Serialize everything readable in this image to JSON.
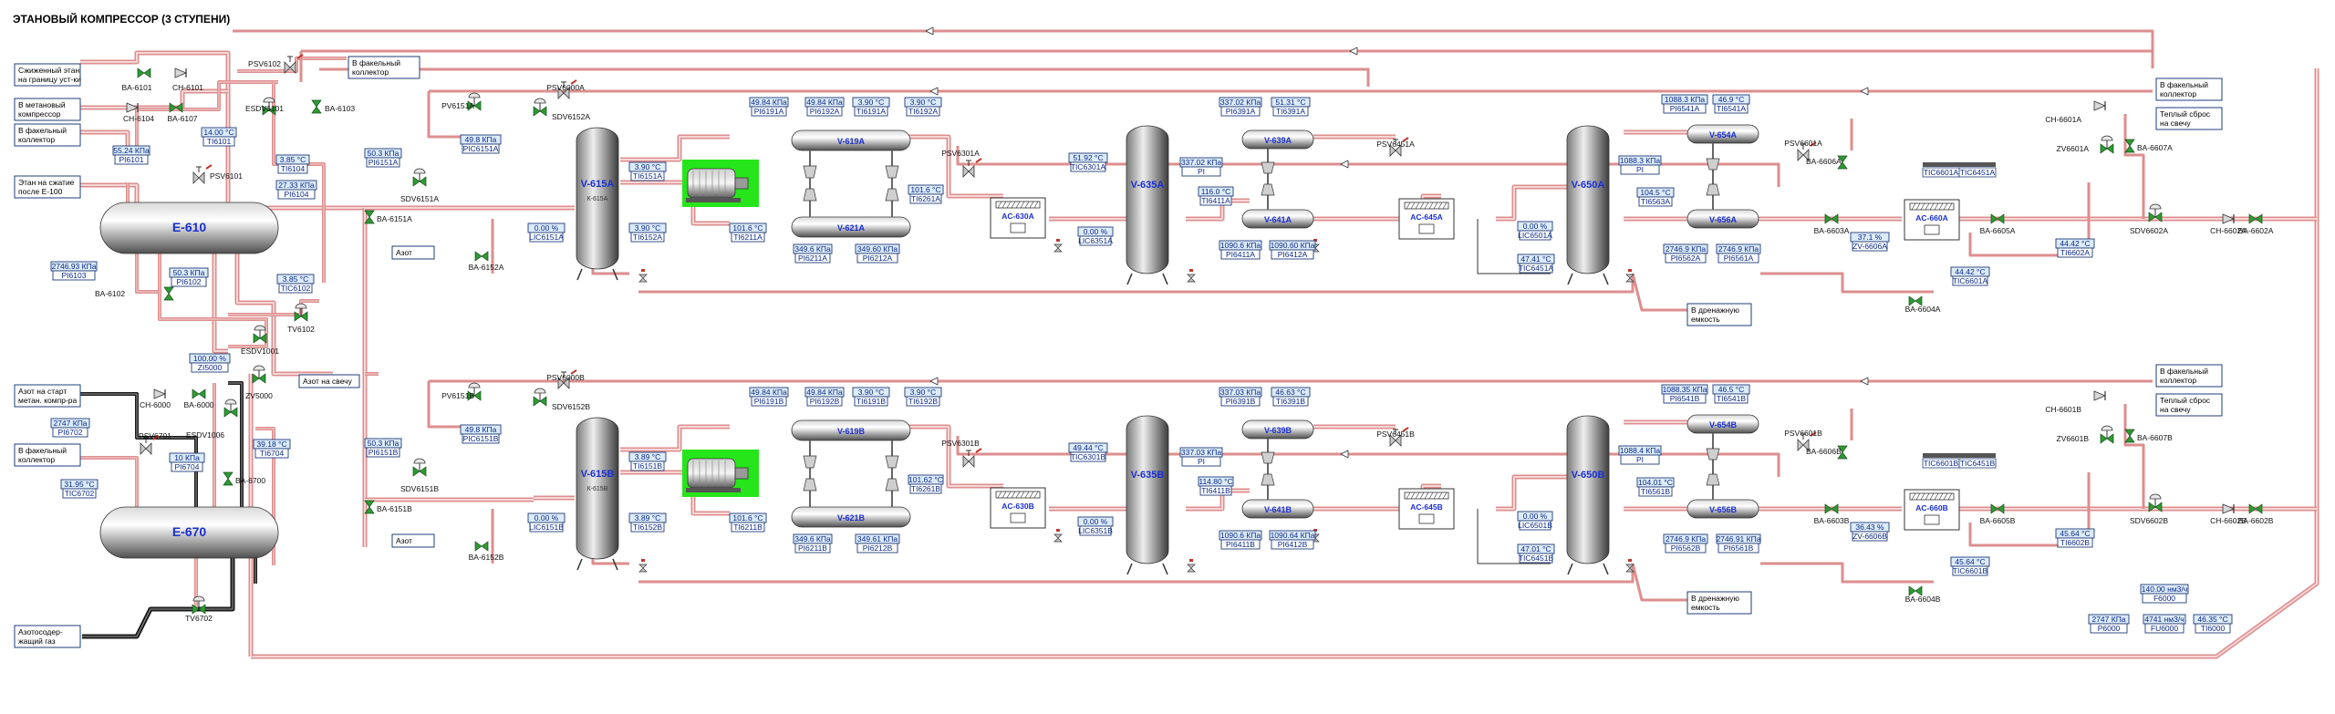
{
  "title": "ЭТАНОВЫЙ КОМПРЕССОР (3 СТУПЕНИ)",
  "notes": {
    "liquid_ethane": [
      "Сжиженный этан",
      "на границу уст-ки"
    ],
    "methane_comp": [
      "В метановый",
      "компрессор"
    ],
    "flare_1": [
      "В факельный",
      "коллектор"
    ],
    "ethane_e100": [
      "Этан на сжатие",
      "после Е-100"
    ],
    "flare_top": [
      "В факельный",
      "коллектор"
    ],
    "nitrogen_start": [
      "Азот на старт",
      "метан. компр-ра"
    ],
    "flare_2": [
      "В факельный",
      "коллектор"
    ],
    "n2_gas": [
      "Азотосодер-",
      "жащий газ"
    ],
    "vent_zv5000": "Азот на свечу",
    "azot_a": "Азот",
    "azot_b": "Азот",
    "drain_a": [
      "В дренажную",
      "емкость"
    ],
    "drain_b": [
      "В дренажную",
      "емкость"
    ],
    "flare_ra": [
      "В факельный",
      "коллектор"
    ],
    "vent_ra": [
      "Теплый сброс",
      "на свечу"
    ],
    "flare_rb": [
      "В факельный",
      "коллектор"
    ],
    "vent_rb": [
      "Теплый сброс",
      "на свечу"
    ]
  },
  "equipment": {
    "e610": "E-610",
    "e670": "E-670",
    "v615a": "V-615A",
    "v615b": "V-615B",
    "v619a": "V-619A",
    "v619b": "V-619B",
    "v621a": "V-621A",
    "v621b": "V-621B",
    "v635a": "V-635A",
    "v635b": "V-635B",
    "v639a": "V-639A",
    "v639b": "V-639B",
    "v641a": "V-641A",
    "v641b": "V-641B",
    "v650a": "V-650A",
    "v650b": "V-650B",
    "v654a": "V-654A",
    "v654b": "V-654B",
    "v656a": "V-656A",
    "v656b": "V-656B",
    "ac630a": "AC-630A",
    "ac630b": "AC-630B",
    "ac645a": "AC-645A",
    "ac645b": "AC-645B",
    "ac660a": "AC-660A",
    "ac660b": "AC-660B",
    "kfa": "К-615A",
    "kfb": "К-615B"
  },
  "valves": {
    "ba6101": "BA-6101",
    "ch6101": "CH-6101",
    "ch6104": "CH-6104",
    "ba6107": "BA-6107",
    "psv6102": "PSV6102",
    "esdv6101": "ESDV6101",
    "ba6103": "BA-6103",
    "psv6101": "PSV6101",
    "ba6102": "BA-6102",
    "tv6102": "TV6102",
    "esdv1001": "ESDV1001",
    "zv5000": "ZV5000",
    "ch6000": "CH-6000",
    "ba6000": "BA-6000",
    "esdv1006": "ESDV1006",
    "psv6701": "PSV6701",
    "ba6700": "BA-6700",
    "tv6702": "TV6702",
    "sdv6151a": "SDV6151A",
    "ba6151a": "BA-6151A",
    "pv6151a": "PV6151A",
    "sdv6152a": "SDV6152A",
    "psv6000a": "PSV6000A",
    "ba6152a": "BA-6152A",
    "psv6301a": "PSV6301A",
    "psv6451a": "PSV6451A",
    "psv6601a": "PSV6601A",
    "ba6606a": "BA-6606A",
    "ba6603a": "BA-6603A",
    "ba6605a": "BA-6605A",
    "ba6604a": "BA-6604A",
    "ch6601a": "CH-6601A",
    "zv6601a": "ZV6601A",
    "ba6607a": "BA-6607A",
    "sdv6602a": "SDV6602A",
    "ch6602a": "CH-6602A",
    "ba6602a": "BA-6602A",
    "sdv6151b": "SDV6151B",
    "ba6151b": "BA-6151B",
    "pv6151b": "PV6151B",
    "sdv6152b": "SDV6152B",
    "psv6000b": "PSV6000B",
    "ba6152b": "BA-6152B",
    "psv6301b": "PSV6301B",
    "psv6451b": "PSV6451B",
    "psv6601b": "PSV6601B",
    "ba6606b": "BA-6606B",
    "ba6603b": "BA-6603B",
    "ba6605b": "BA-6605B",
    "ba6604b": "BA-6604B",
    "ch6601b": "CH-6601B",
    "zv6601b": "ZV6601B",
    "ba6607b": "BA-6607B",
    "sdv6602b": "SDV6602B",
    "ch6602b": "CH-6602B",
    "ba6602b": "BA-6602B"
  },
  "instruments": [
    {
      "id": "pi6101",
      "value": "55.24 КПа",
      "tag": "PI6101"
    },
    {
      "id": "ti6101",
      "value": "14.00 °C",
      "tag": "TI6101"
    },
    {
      "id": "ti6104",
      "value": "3.85 °C",
      "tag": "TI6104"
    },
    {
      "id": "pi6104",
      "value": "27.33 КПа",
      "tag": "PI6104"
    },
    {
      "id": "pi6103",
      "value": "2746.93 КПа",
      "tag": "PI6103"
    },
    {
      "id": "pi6102",
      "value": "50.3 КПа",
      "tag": "PI6102"
    },
    {
      "id": "tic6102",
      "value": "3.85 °C",
      "tag": "TIC6102"
    },
    {
      "id": "zi5000",
      "value": "100.00 %",
      "tag": "ZI5000"
    },
    {
      "id": "pi6702",
      "value": "2747 КПа",
      "tag": "PI6702"
    },
    {
      "id": "pi6704",
      "value": "10 КПа",
      "tag": "PI6704"
    },
    {
      "id": "ti6704",
      "value": "39.18 °C",
      "tag": "TI6704"
    },
    {
      "id": "tic6702",
      "value": "31.95 °C",
      "tag": "TIC6702"
    },
    {
      "id": "pi6151a",
      "value": "50.3 КПа",
      "tag": "PI6151A"
    },
    {
      "id": "pic6151a",
      "value": "49.8 КПа",
      "tag": "PIC6151A"
    },
    {
      "id": "ti6151a",
      "value": "3.90 °C",
      "tag": "TI6151A"
    },
    {
      "id": "lic6151a",
      "value": "0.00 %",
      "tag": "LIC6151A"
    },
    {
      "id": "ti6152a",
      "value": "3.90 °C",
      "tag": "TI6152A"
    },
    {
      "id": "pi6191a",
      "value": "49.84 КПа",
      "tag": "PI6191A"
    },
    {
      "id": "pi6192a",
      "value": "49.84 КПа",
      "tag": "PI6192A"
    },
    {
      "id": "ti6191a",
      "value": "3.90 °C",
      "tag": "TI6191A"
    },
    {
      "id": "ti6192a",
      "value": "3.90 °C",
      "tag": "TI6192A"
    },
    {
      "id": "ti6211a",
      "value": "101.6 °C",
      "tag": "TI6211A"
    },
    {
      "id": "pi6211a",
      "value": "349.6 КПа",
      "tag": "PI6211A"
    },
    {
      "id": "pi6212a",
      "value": "349.60 КПа",
      "tag": "PI6212A"
    },
    {
      "id": "ti6261a",
      "value": "101.6 °C",
      "tag": "TI6261A"
    },
    {
      "id": "tic6301a",
      "value": "51.92 °C",
      "tag": "TIC6301A"
    },
    {
      "id": "lic6351a",
      "value": "0.00 %",
      "tag": "LIC6351A"
    },
    {
      "id": "pi6391a",
      "value": "337.02 КПа",
      "tag": "PI6391A"
    },
    {
      "id": "ti6391a",
      "value": "51.31 °C",
      "tag": "TI6391A"
    },
    {
      "id": "pi_a1",
      "value": "337.02 КПа",
      "tag": "PI"
    },
    {
      "id": "ti6411a",
      "value": "116.0 °C",
      "tag": "TI6411A"
    },
    {
      "id": "pi6411a",
      "value": "1090.6 КПа",
      "tag": "PI6411A"
    },
    {
      "id": "pi6412a",
      "value": "1090.60 КПа",
      "tag": "PI6412A"
    },
    {
      "id": "lic6501a",
      "value": "0.00 %",
      "tag": "LIC6501A"
    },
    {
      "id": "tic6451a",
      "value": "47.41 °C",
      "tag": "TIC6451A"
    },
    {
      "id": "pi6541a",
      "value": "1088.3 КПа",
      "tag": "PI6541A"
    },
    {
      "id": "ti6541a",
      "value": "46.9 °C",
      "tag": "TI6541A"
    },
    {
      "id": "pi_a2",
      "value": "1088.3 КПа",
      "tag": "PI"
    },
    {
      "id": "ti6563a",
      "value": "104.5 °C",
      "tag": "TI6563A"
    },
    {
      "id": "pi6562a",
      "value": "2746.9 КПа",
      "tag": "PI6562A"
    },
    {
      "id": "pi6561a",
      "value": "2746.9 КПа",
      "tag": "PI6561A"
    },
    {
      "id": "zv6606a",
      "value": "37.1 %",
      "tag": "ZV-6606A"
    },
    {
      "id": "tic6601a_l",
      "value": "44.42 °C",
      "tag": "TIC6601A"
    },
    {
      "id": "ti6602a",
      "value": "44.42 °C",
      "tag": "TI6602A"
    },
    {
      "id": "pi6151b",
      "value": "50.3 КПа",
      "tag": "PI6151B"
    },
    {
      "id": "pic6151b",
      "value": "49.8 КПа",
      "tag": "PIC6151B"
    },
    {
      "id": "ti6151b",
      "value": "3.89 °C",
      "tag": "TI6151B"
    },
    {
      "id": "lic6151b",
      "value": "0.00 %",
      "tag": "LIC6151B"
    },
    {
      "id": "ti6152b",
      "value": "3.89 °C",
      "tag": "TI6152B"
    },
    {
      "id": "pi6191b",
      "value": "49.84 КПа",
      "tag": "PI6191B"
    },
    {
      "id": "pi6192b",
      "value": "49.84 КПа",
      "tag": "PI6192B"
    },
    {
      "id": "ti6191b",
      "value": "3.90 °C",
      "tag": "TI6191B"
    },
    {
      "id": "ti6192b",
      "value": "3.90 °C",
      "tag": "TI6192B"
    },
    {
      "id": "ti6211b",
      "value": "101.6 °C",
      "tag": "TI6211B"
    },
    {
      "id": "pi6211b",
      "value": "349.6 КПа",
      "tag": "PI6211B"
    },
    {
      "id": "pi6212b",
      "value": "349.61 КПа",
      "tag": "PI6212B"
    },
    {
      "id": "ti6261b",
      "value": "101.62 °C",
      "tag": "TI6261B"
    },
    {
      "id": "tic6301b",
      "value": "49.44 °C",
      "tag": "TIC6301B"
    },
    {
      "id": "lic6351b",
      "value": "0.00 %",
      "tag": "LIC6351B"
    },
    {
      "id": "pi6391b",
      "value": "337.03 КПа",
      "tag": "PI6391B"
    },
    {
      "id": "ti6391b",
      "value": "46.63 °C",
      "tag": "TI6391B"
    },
    {
      "id": "pi_b1",
      "value": "337.03 КПа",
      "tag": "PI"
    },
    {
      "id": "ti6411b",
      "value": "114.80 °C",
      "tag": "TI6411B"
    },
    {
      "id": "pi6411b",
      "value": "1090.6 КПа",
      "tag": "PI6411B"
    },
    {
      "id": "pi6412b",
      "value": "1090.64 КПа",
      "tag": "PI6412B"
    },
    {
      "id": "lic6501b",
      "value": "0.00 %",
      "tag": "LIC6501B"
    },
    {
      "id": "tic6451b",
      "value": "47.01 °C",
      "tag": "TIC6451B"
    },
    {
      "id": "pi6541b",
      "value": "1088.35 КПа",
      "tag": "PI6541B"
    },
    {
      "id": "ti6541b",
      "value": "46.5 °C",
      "tag": "TI6541B"
    },
    {
      "id": "pi_b2",
      "value": "1088.4 КПа",
      "tag": "PI"
    },
    {
      "id": "ti6561b",
      "value": "104.01 °C",
      "tag": "TI6561B"
    },
    {
      "id": "pi6562b",
      "value": "2746.9 КПа",
      "tag": "PI6562B"
    },
    {
      "id": "pi6561b",
      "value": "2746.91 КПа",
      "tag": "PI6561B"
    },
    {
      "id": "zv6606b",
      "value": "36.43 %",
      "tag": "ZV-6606B"
    },
    {
      "id": "tic6601b_l",
      "value": "45.64 °C",
      "tag": "TIC6601B"
    },
    {
      "id": "ti6602b",
      "value": "45.64 °C",
      "tag": "TI6602B"
    },
    {
      "id": "f6000",
      "value": "140.00 нм3/ч",
      "tag": "F6000"
    },
    {
      "id": "p6000",
      "value": "2747 КПа",
      "tag": "P6000"
    },
    {
      "id": "fu6000",
      "value": "4741 нм3/ч",
      "tag": "FU6000"
    },
    {
      "id": "ti6000",
      "value": "46.35 °C",
      "tag": "TI6000"
    }
  ],
  "tag_boxes": {
    "ac660a_top": [
      "TIC6601A",
      "TIC6451A"
    ],
    "ac660b_top": [
      "TIC6601B",
      "TIC6451B"
    ]
  },
  "colors": {
    "pipe": "#dd8e8e",
    "pipe_core": "#f6d6d6",
    "valve": "#2f9a35",
    "instrument_fill": "#dcebf8",
    "instrument_border": "#1f3c79",
    "label_accent": "#1a2fd1",
    "motor_green": "#27e51b"
  }
}
